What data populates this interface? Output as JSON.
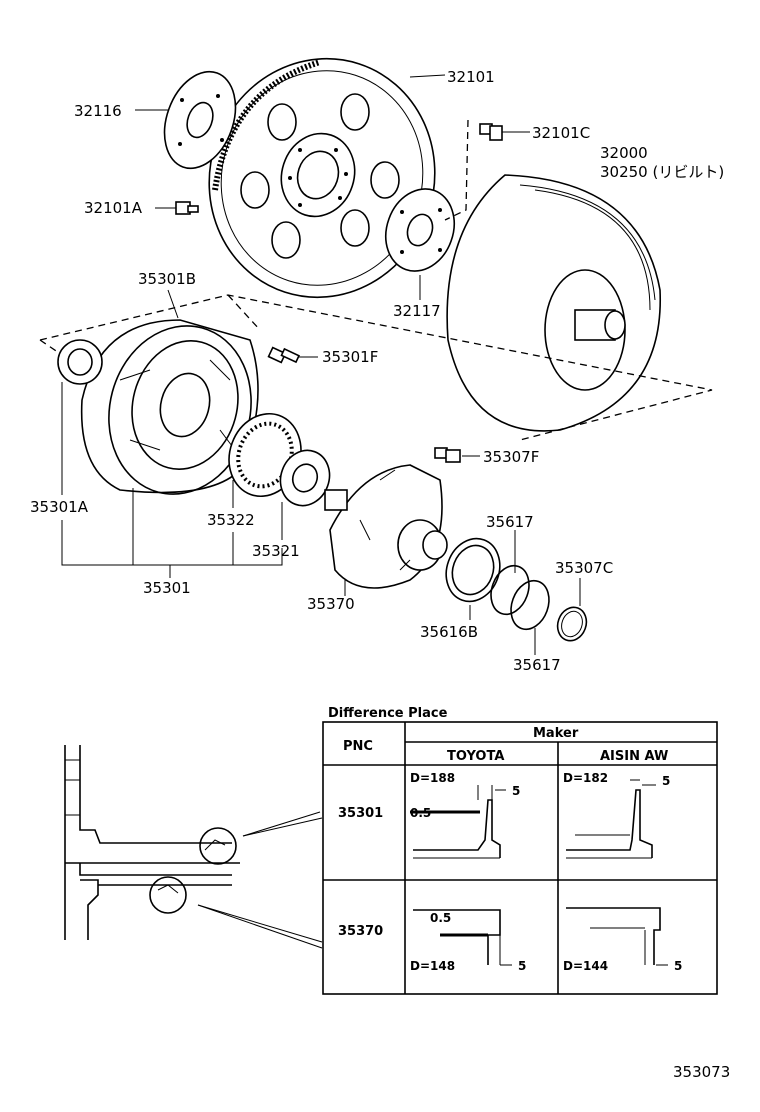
{
  "parts": {
    "p32101": "32101",
    "p32116": "32116",
    "p32101C": "32101C",
    "p32000": "32000",
    "p30250": "30250 (リビルト)",
    "p32101A": "32101A",
    "p35301B": "35301B",
    "p32117": "32117",
    "p35301F": "35301F",
    "p35307F": "35307F",
    "p35301A": "35301A",
    "p35322": "35322",
    "p35321": "35321",
    "p35617a": "35617",
    "p35307C": "35307C",
    "p35301": "35301",
    "p35370": "35370",
    "p35616B": "35616B",
    "p35617b": "35617"
  },
  "table": {
    "title": "Difference Place",
    "pnc_header": "PNC",
    "maker_header": "Maker",
    "toyota": "TOYOTA",
    "aisin": "AISIN AW",
    "row1_pnc": "35301",
    "row2_pnc": "35370",
    "r1_toyota_d": "D=188",
    "r1_toyota_5": "5",
    "r1_toyota_05": "0.5",
    "r1_aisin_d": "D=182",
    "r1_aisin_5": "5",
    "r2_toyota_05": "0.5",
    "r2_toyota_d": "D=148",
    "r2_toyota_5": "5",
    "r2_aisin_d": "D=144",
    "r2_aisin_5": "5"
  },
  "diagram_id": "353073"
}
